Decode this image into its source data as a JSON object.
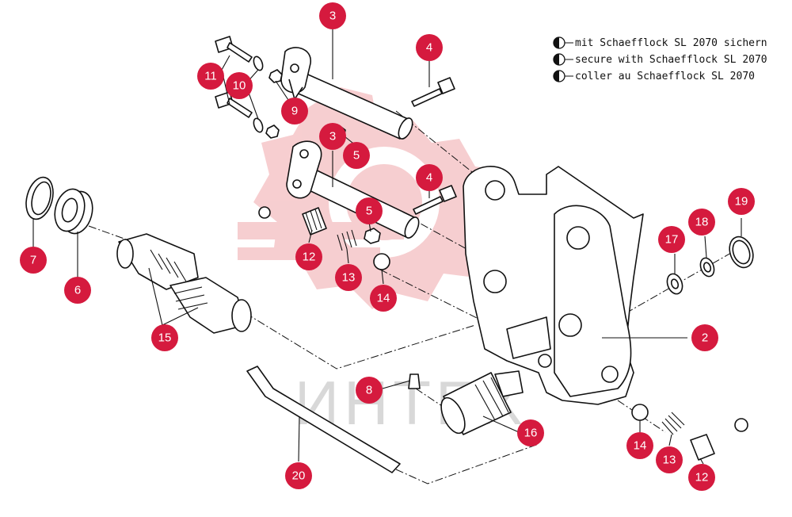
{
  "legend": {
    "lines": [
      "mit Schaefflock SL 2070 sichern",
      "secure with Schaefflock SL 2070",
      "coller au Schaefflock SL 2070"
    ]
  },
  "watermark": {
    "text": "ИНТЕХ"
  },
  "callouts": [
    "2",
    "3",
    "3",
    "4",
    "4",
    "5",
    "5",
    "6",
    "7",
    "8",
    "9",
    "10",
    "11",
    "12",
    "12",
    "13",
    "13",
    "14",
    "14",
    "15",
    "16",
    "17",
    "18",
    "19",
    "20"
  ],
  "colors": {
    "callout": "#d51a3e",
    "watermark": "#f6c9cb",
    "line": "#111111"
  }
}
